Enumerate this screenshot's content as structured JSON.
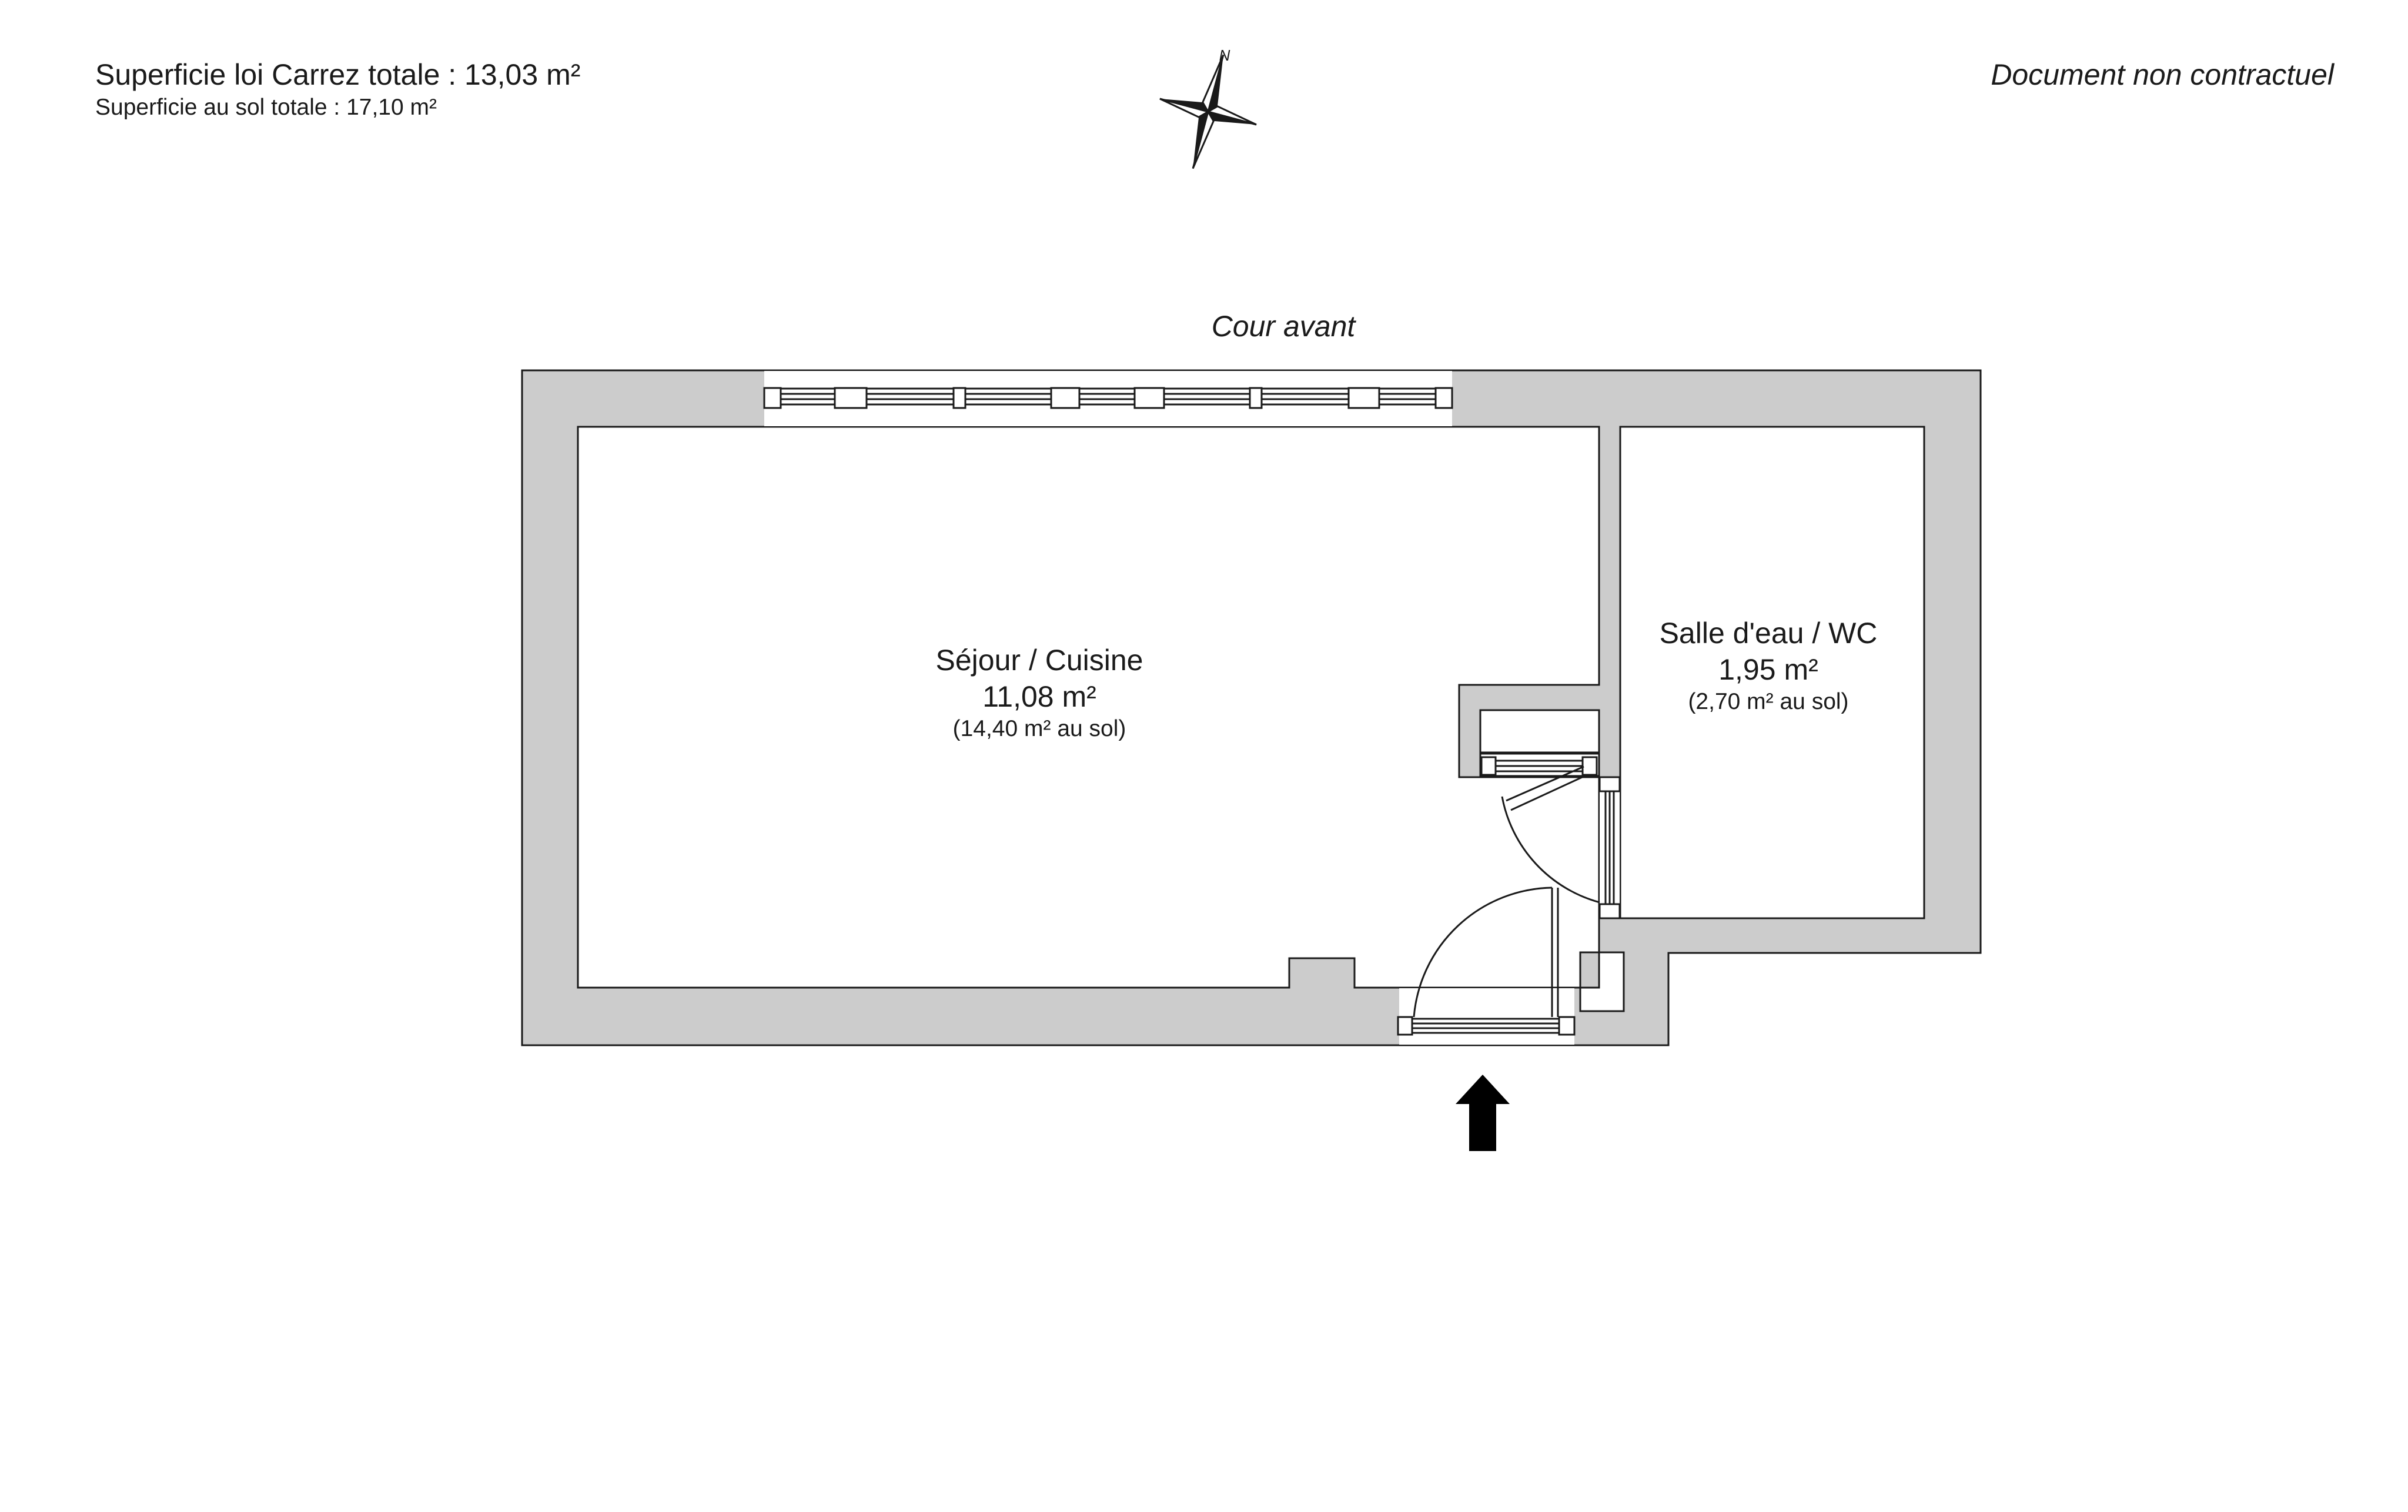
{
  "header": {
    "carrez_total": "Superficie loi Carrez totale :  13,03 m²",
    "floor_total": "Superficie au sol totale :  17,10 m²",
    "disclaimer": "Document non contractuel"
  },
  "compass": {
    "north_label": "N",
    "icon": "compass-rose-icon"
  },
  "plan": {
    "outside_label": "Cour avant",
    "rooms": [
      {
        "name": "Séjour / Cuisine",
        "area": "11,08 m²",
        "floor_area": "(14,40 m² au sol)"
      },
      {
        "name": "Salle d'eau / WC",
        "area": "1,95 m²",
        "floor_area": "(2,70 m² au sol)"
      }
    ],
    "entrance_icon": "entrance-arrow-icon",
    "colors": {
      "wall": "#cccccc",
      "line": "#1a1a1a",
      "background": "#ffffff"
    }
  }
}
